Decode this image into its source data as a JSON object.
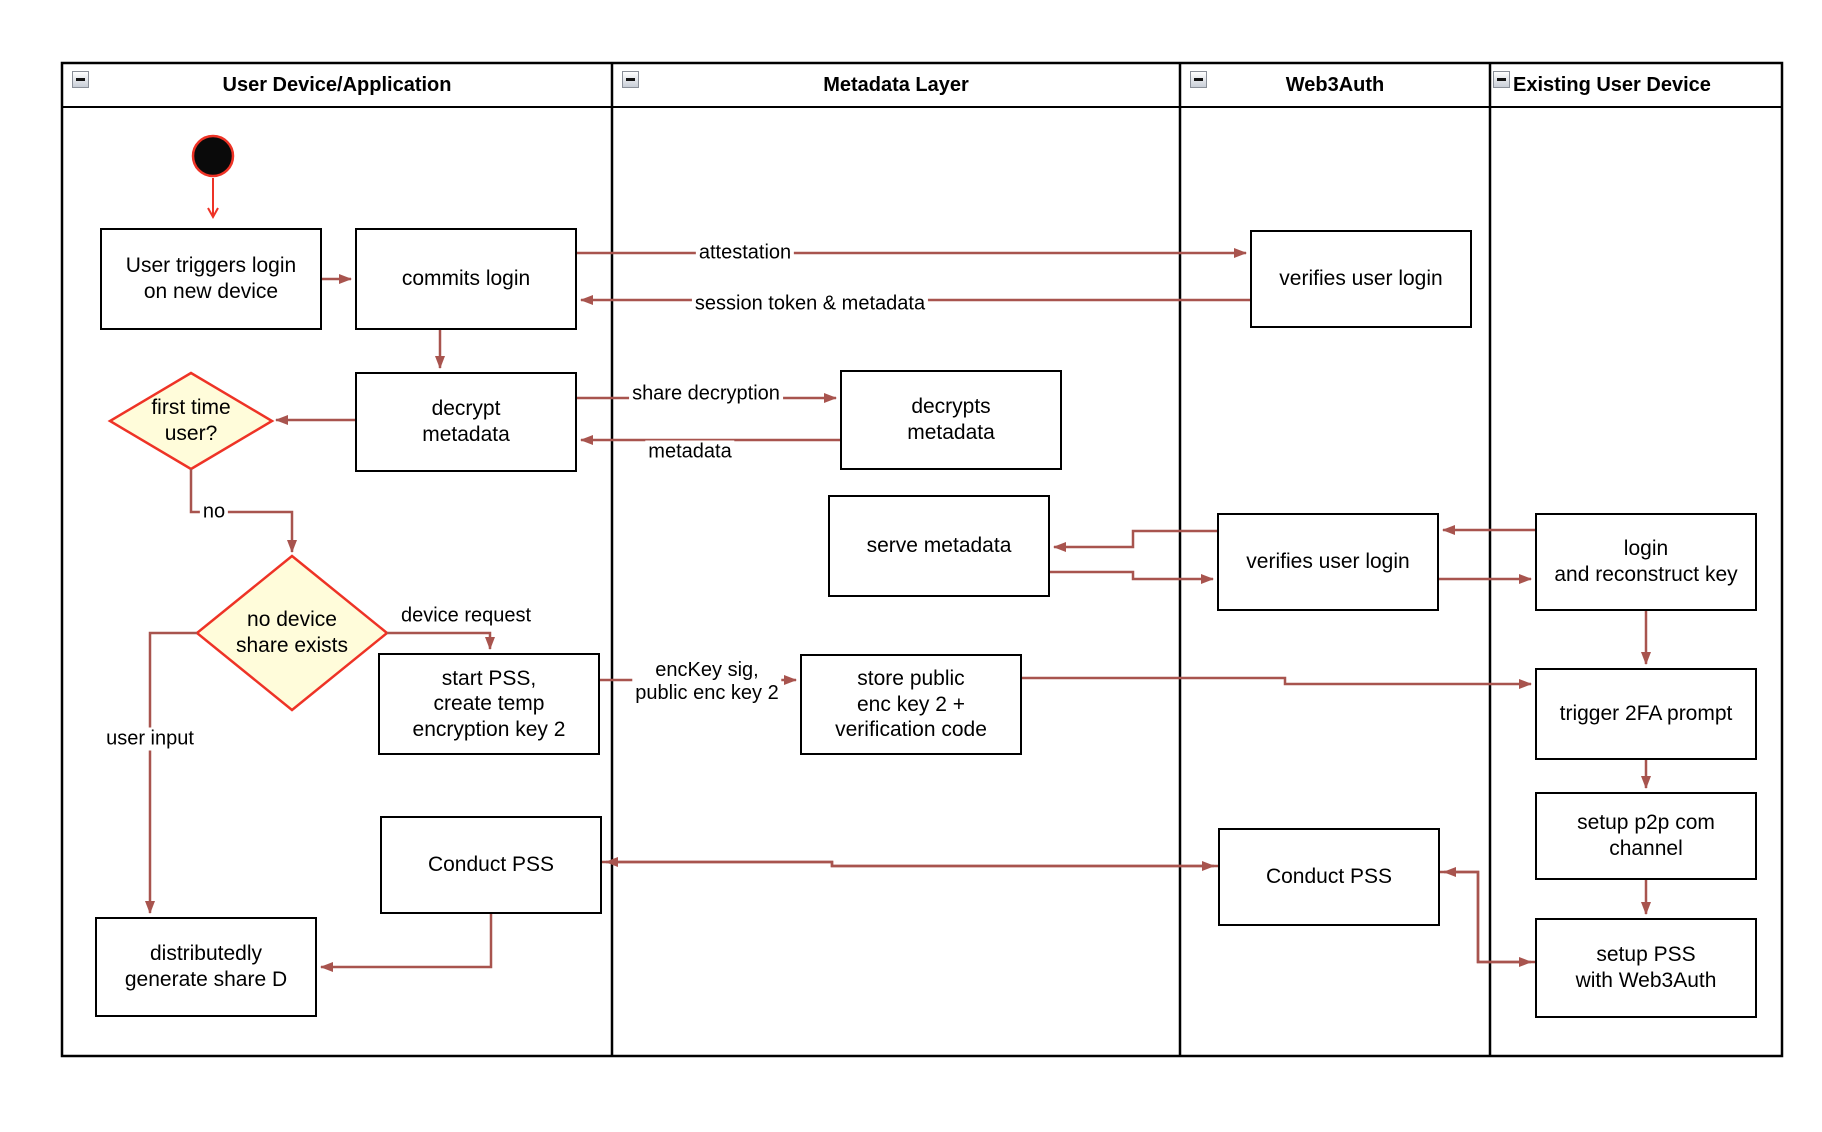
{
  "diagram": {
    "lanes": [
      {
        "title": "User Device/Application"
      },
      {
        "title": "Metadata Layer"
      },
      {
        "title": "Web3Auth"
      },
      {
        "title": "Existing User Device"
      }
    ],
    "nodes": {
      "trigger_login": {
        "label": "User triggers login\non new device"
      },
      "commit_login": {
        "label": "commits login"
      },
      "verify_login_top": {
        "label": "verifies user login"
      },
      "decrypt_metadata": {
        "label": "decrypt\nmetadata"
      },
      "decrypts_metadata": {
        "label": "decrypts\nmetadata"
      },
      "first_time_user": {
        "label": "first time\nuser?"
      },
      "serve_metadata": {
        "label": "serve metadata"
      },
      "verify_login_mid": {
        "label": "verifies user login"
      },
      "login_reconstruct": {
        "label": "login\nand reconstruct key"
      },
      "no_device_share": {
        "label": "no device\nshare exists"
      },
      "start_pss": {
        "label": "start PSS,\ncreate temp\nencryption key 2"
      },
      "store_public": {
        "label": "store public\nenc key 2 +\nverification code"
      },
      "trigger_2fa": {
        "label": "trigger 2FA prompt"
      },
      "setup_p2p": {
        "label": "setup p2p com\nchannel"
      },
      "conduct_pss_user": {
        "label": "Conduct PSS"
      },
      "conduct_pss_web3": {
        "label": "Conduct PSS"
      },
      "setup_pss": {
        "label": "setup PSS\nwith Web3Auth"
      },
      "distributed_share": {
        "label": "distributedly\ngenerate share D"
      }
    },
    "edge_labels": {
      "attestation": "attestation",
      "session_token": "session token & metadata",
      "share_decryption": "share decryption",
      "metadata": "metadata",
      "no": "no",
      "device_request": "device request",
      "enc_key": "encKey sig,\npublic enc key 2",
      "user_input": "user input"
    },
    "colors": {
      "arrow": "#a8544e",
      "start_red": "#ee3326",
      "decision_fill": "#fffcda",
      "decision_border": "#ee3326",
      "node_border": "#000000",
      "node_fill": "#ffffff"
    }
  }
}
